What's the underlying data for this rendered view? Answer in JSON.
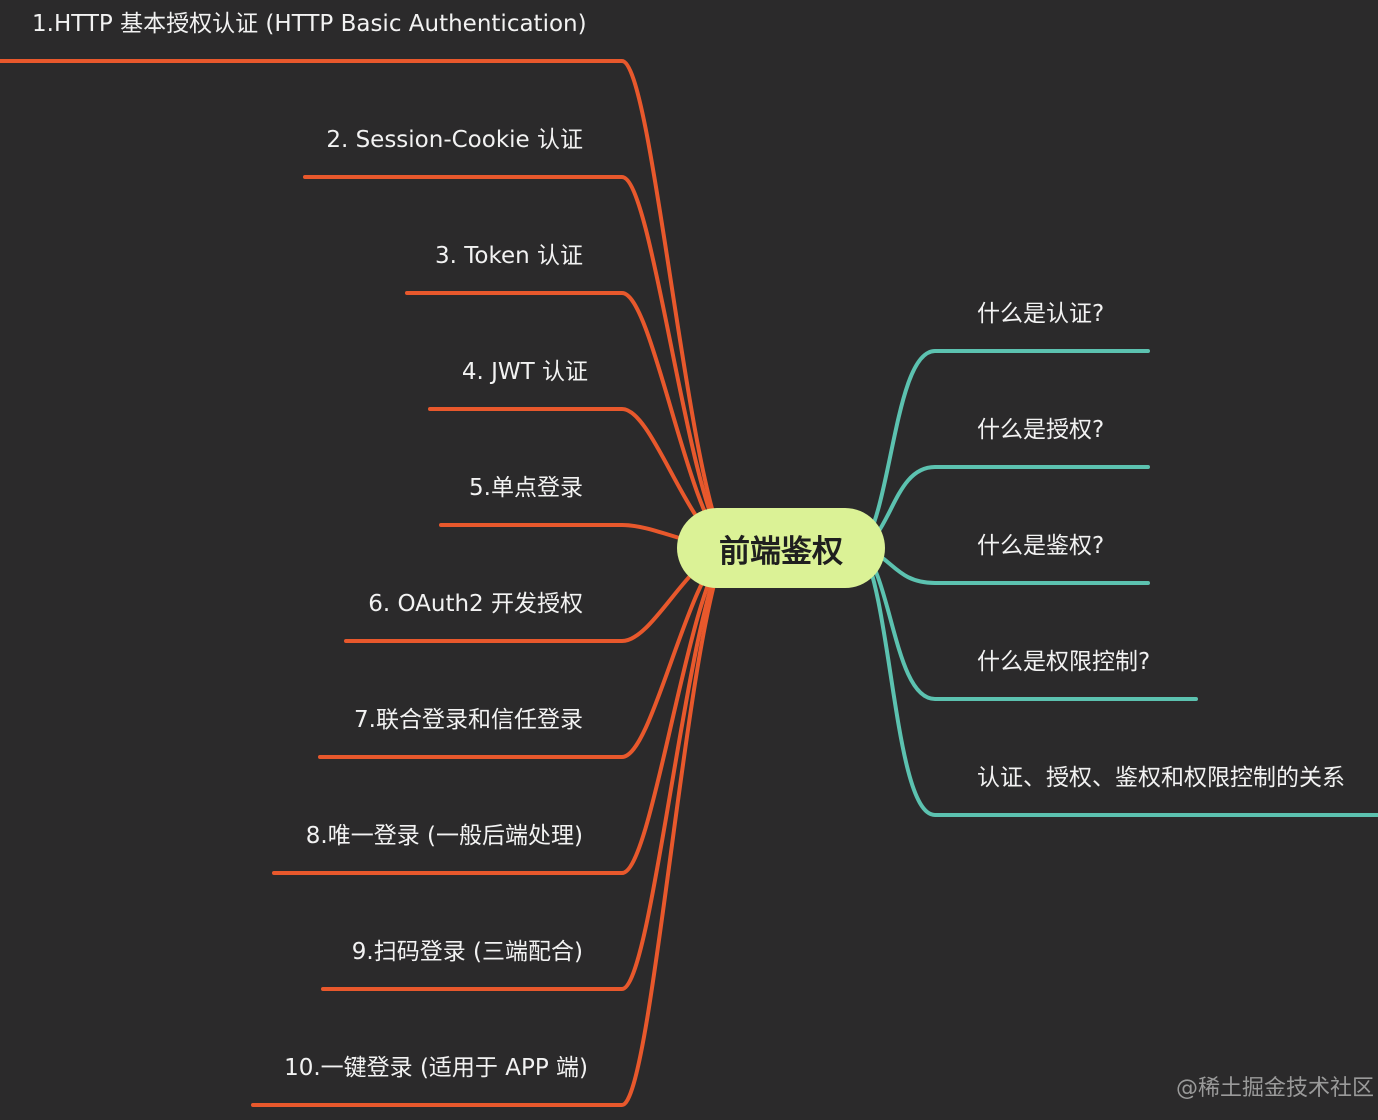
{
  "root": {
    "label": "前端鉴权"
  },
  "left_branches": [
    {
      "label": "1.HTTP 基本授权认证 (HTTP Basic Authentication)"
    },
    {
      "label": "2. Session-Cookie 认证"
    },
    {
      "label": "3. Token 认证"
    },
    {
      "label": "4. JWT 认证"
    },
    {
      "label": "5.单点登录"
    },
    {
      "label": "6. OAuth2 开发授权"
    },
    {
      "label": "7.联合登录和信任登录"
    },
    {
      "label": "8.唯一登录 (一般后端处理)"
    },
    {
      "label": "9.扫码登录 (三端配合)"
    },
    {
      "label": "10.一键登录 (适用于 APP 端)"
    }
  ],
  "right_branches": [
    {
      "label": "什么是认证?"
    },
    {
      "label": "什么是授权?"
    },
    {
      "label": "什么是鉴权?"
    },
    {
      "label": "什么是权限控制?"
    },
    {
      "label": "认证、授权、鉴权和权限控制的关系"
    }
  ],
  "watermark": "@稀土掘金技术社区",
  "colors": {
    "background": "#2b2a2b",
    "left_branch": "#e8582c",
    "right_branch": "#5cc2b0",
    "root_fill": "#dbf296"
  }
}
